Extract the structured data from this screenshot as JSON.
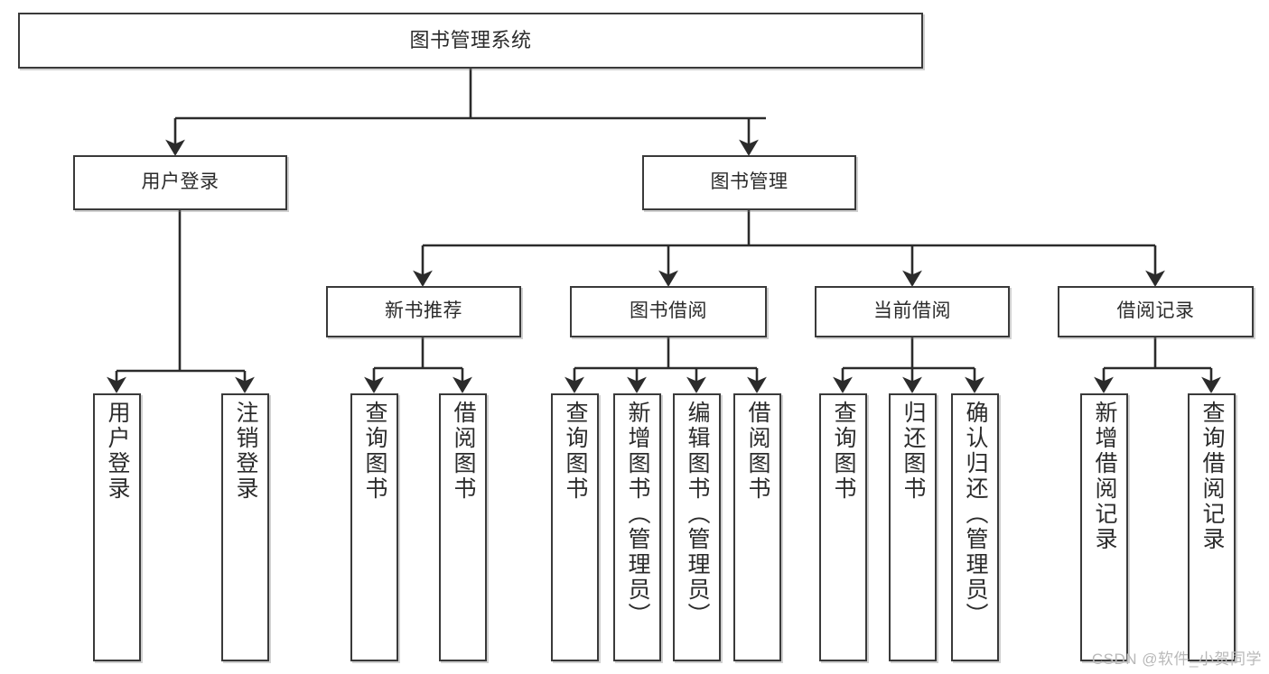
{
  "diagram": {
    "type": "tree",
    "title": "图书管理系统",
    "orientation": "top-down",
    "watermark": "CSDN @软件_小贺同学",
    "colors": {
      "box_border": "#3a3a3a",
      "box_fill": "#ffffff",
      "edge": "#2b2b2b",
      "text": "#2b2b2b",
      "watermark": "#b9b9b9",
      "background": "#ffffff"
    },
    "nodes": {
      "root": {
        "label": "图书管理系统"
      },
      "level2": [
        {
          "label": "用户登录"
        },
        {
          "label": "图书管理"
        }
      ],
      "level3": [
        {
          "label": "新书推荐"
        },
        {
          "label": "图书借阅"
        },
        {
          "label": "当前借阅"
        },
        {
          "label": "借阅记录"
        }
      ],
      "leaves": {
        "user_login": [
          {
            "label": "用户登录"
          },
          {
            "label": "注销登录"
          }
        ],
        "new_book_recommend": [
          {
            "label": "查询图书"
          },
          {
            "label": "借阅图书"
          }
        ],
        "book_borrow": [
          {
            "label": "查询图书"
          },
          {
            "label": "新增图书（管理员）"
          },
          {
            "label": "编辑图书（管理员）"
          },
          {
            "label": "借阅图书"
          }
        ],
        "current_borrow": [
          {
            "label": "查询图书"
          },
          {
            "label": "归还图书"
          },
          {
            "label": "确认归还（管理员）"
          }
        ],
        "borrow_record": [
          {
            "label": "新增借阅记录"
          },
          {
            "label": "查询借阅记录"
          }
        ]
      }
    }
  }
}
